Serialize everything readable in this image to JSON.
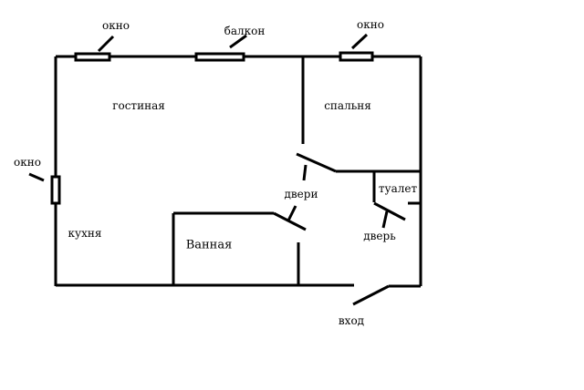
{
  "plan": {
    "labels": {
      "window_top_left": "окно",
      "balcony": "балкон",
      "window_top_right": "окно",
      "window_left": "окно",
      "living_room": "гостиная",
      "bedroom": "спальня",
      "kitchen": "кухня",
      "bathroom": "Ванная",
      "doors": "двери",
      "toilet": "туалет",
      "door": "дверь",
      "entrance": "вход"
    },
    "line_color": "#000000"
  }
}
